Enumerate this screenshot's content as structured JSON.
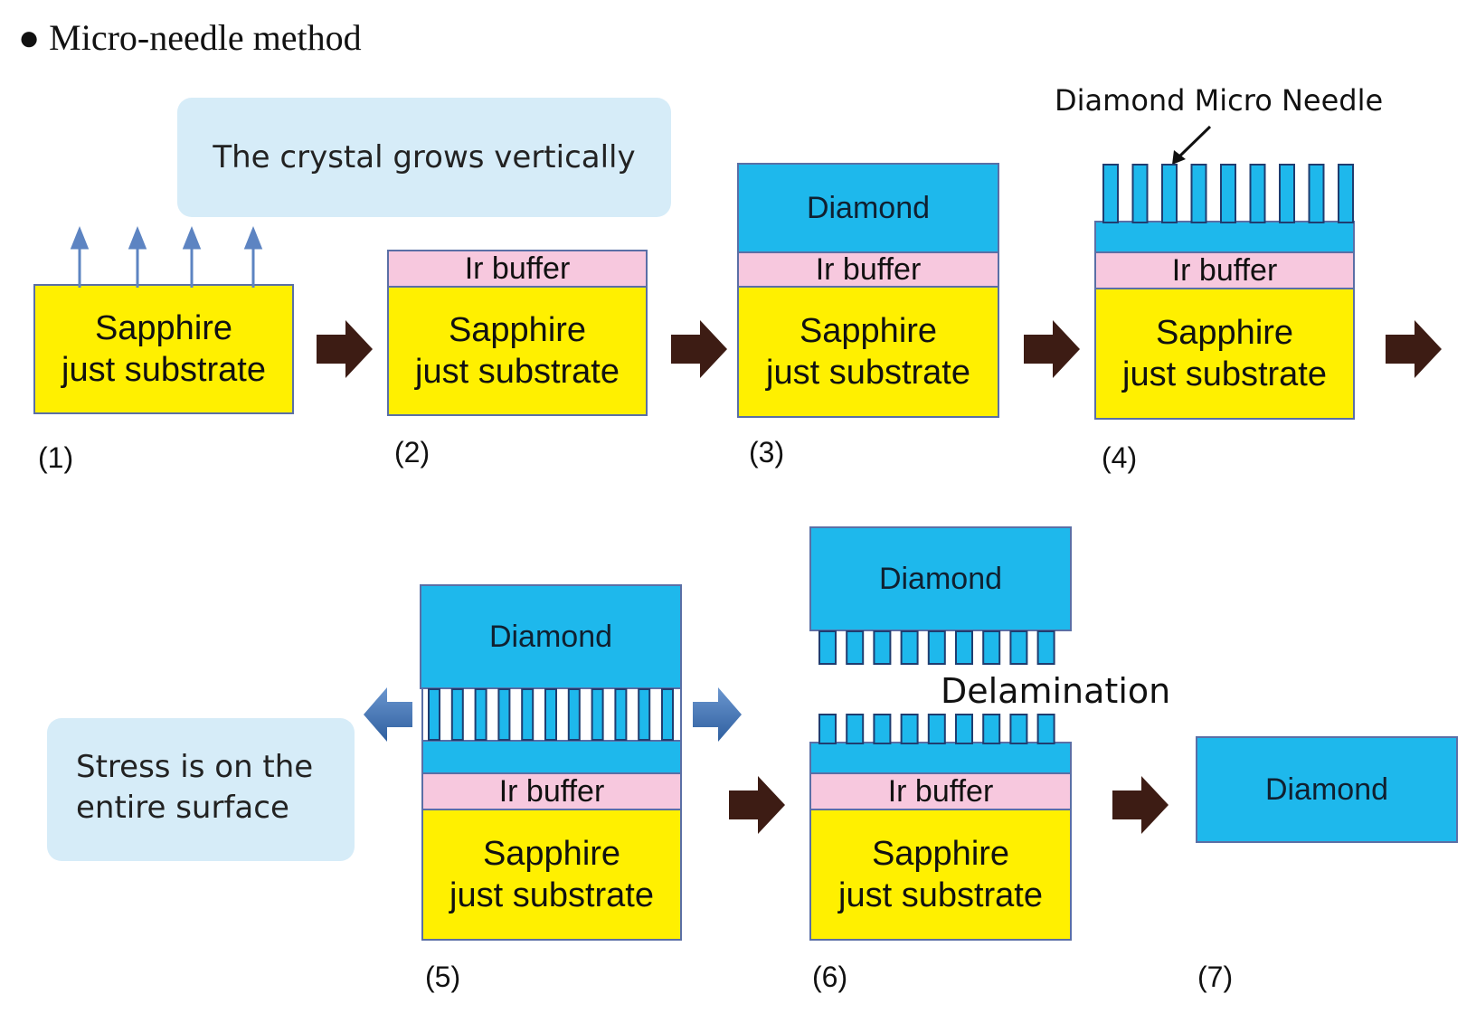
{
  "title": "● Micro-needle method",
  "callout_top": "The crystal grows vertically",
  "callout_bottom": [
    "Stress is on the",
    "entire surface"
  ],
  "labels": {
    "sapphire": [
      "Sapphire",
      "just substrate"
    ],
    "ir_buffer": "Ir buffer",
    "diamond": "Diamond",
    "micro_needle": "Diamond Micro Needle",
    "delamination": "Delamination"
  },
  "steps": [
    "(1)",
    "(2)",
    "(3)",
    "(4)",
    "(5)",
    "(6)",
    "(7)"
  ],
  "colors": {
    "sapphire": "#fff000",
    "ir_buffer": "#f7c8de",
    "diamond": "#1eb8ec",
    "callout": "#d6ecf8",
    "process_arrow": "#3d1c14",
    "growth_arrow": "#5d84c2",
    "stress_arrow": "#3d6fb0"
  }
}
